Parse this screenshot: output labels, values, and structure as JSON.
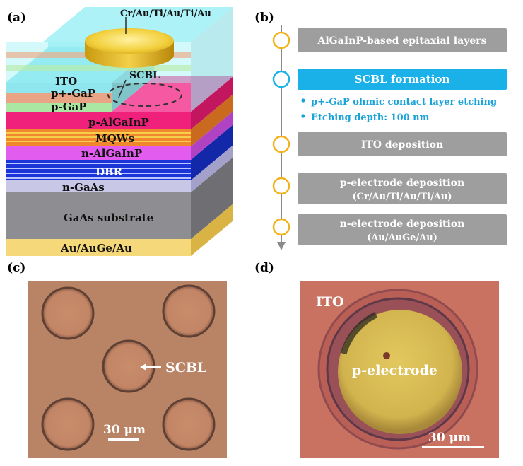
{
  "panels": {
    "a": "(a)",
    "b": "(b)",
    "c": "(c)",
    "d": "(d)"
  },
  "structure": {
    "electrode_label": "Cr/Au/Ti/Au/Ti/Au",
    "scbl_label": "SCBL",
    "layers": [
      {
        "text": "ITO"
      },
      {
        "text": "p+-GaP"
      },
      {
        "text": "p-GaP"
      },
      {
        "text": "p-AlGaInP"
      },
      {
        "text": "MQWs"
      },
      {
        "text": "n-AlGaInP"
      },
      {
        "text": "DBR"
      },
      {
        "text": "n-GaAs"
      },
      {
        "text": "GaAs substrate"
      },
      {
        "text": "Au/AuGe/Au"
      }
    ]
  },
  "flow": {
    "steps": [
      {
        "line1": "AlGaInP-based epitaxial layers",
        "line2": "",
        "highlight": false
      },
      {
        "line1": "SCBL formation",
        "line2": "",
        "highlight": true
      },
      {
        "line1": "ITO deposition",
        "line2": "",
        "highlight": false
      },
      {
        "line1": "p-electrode deposition",
        "line2": "(Cr/Au/Ti/Au/Ti/Au)",
        "highlight": false
      },
      {
        "line1": "n-electrode deposition",
        "line2": "(Au/AuGe/Au)",
        "highlight": false
      }
    ],
    "bullets": [
      "p+-GaP ohmic contact layer etching",
      "Etching depth: 100 nm"
    ],
    "colors": {
      "gray_box": "#9e9e9e",
      "highlight_box": "#1ab0e8",
      "node_ring": "#f2b21b",
      "highlight_ring": "#1ab0e8",
      "bullet_text": "#1aa3d8"
    }
  },
  "micrograph_c": {
    "label": "SCBL",
    "scale": "30 μm"
  },
  "micrograph_d": {
    "ito_label": "ITO",
    "electrode_label": "p-electrode",
    "scale": "30 μm"
  }
}
